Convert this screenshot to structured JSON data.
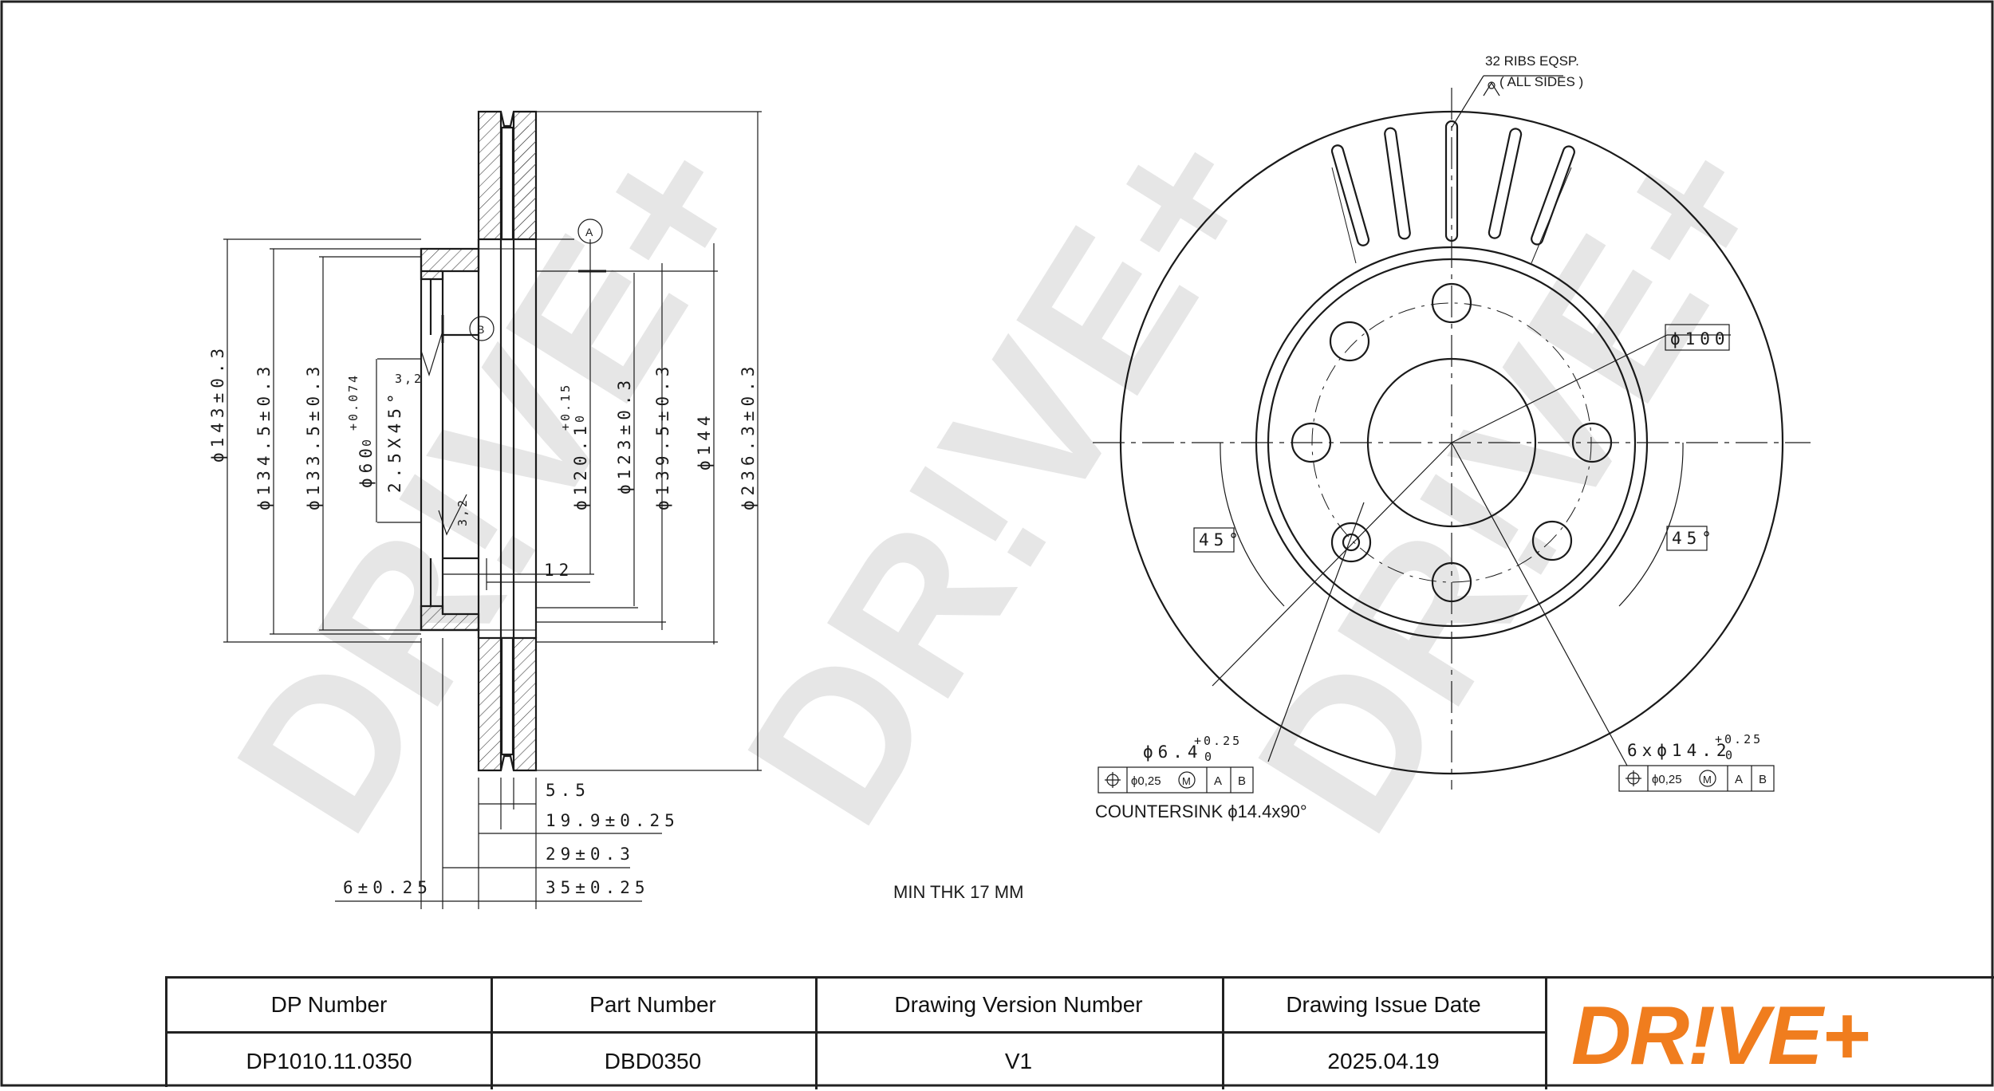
{
  "drawing": {
    "hat_dimensions": [
      "ϕ143±0.3",
      "ϕ134.5±0.3",
      "ϕ133.5±0.3",
      "ϕ60",
      "+0.074",
      "0",
      "2.5X45°",
      "ϕ120.1",
      "+0.15",
      "0",
      "ϕ123±0.3",
      "ϕ139.5±0.3",
      "ϕ144",
      "ϕ236.3±0.3"
    ],
    "thickness_dimensions": [
      "12",
      "5.5",
      "19.9±0.25",
      "29±0.3",
      "35±0.25",
      "6±0.25"
    ],
    "roughness_values": [
      "3,2",
      "3,2"
    ],
    "datums": [
      "A",
      "B"
    ],
    "min_thickness_note": "MIN THK 17 MM",
    "front_view": {
      "ribs_note": "32 RIBS EQSP.",
      "ribs_note_sub": "( ALL SIDES )",
      "pcd": "ϕ100",
      "angle_left": "45°",
      "angle_right": "45°",
      "small_hole": "ϕ6.4",
      "small_hole_tol_upper": "+0.25",
      "small_hole_tol_lower": "0",
      "bolt_holes": "6xϕ14.2",
      "bolt_holes_tol_upper": "+0.25",
      "bolt_holes_tol_lower": "0",
      "position_tol": "ϕ0,25",
      "modifier": "M",
      "datum_a": "A",
      "datum_b": "B",
      "countersink": "COUNTERSINK ϕ14.4x90°"
    }
  },
  "watermark_text": "DR!VE+",
  "title_block": {
    "headers": [
      "DP Number",
      "Part Number",
      "Drawing Version Number",
      "Drawing Issue Date"
    ],
    "values": [
      "DP1010.11.0350",
      "DBD0350",
      "V1",
      "2025.04.19"
    ]
  },
  "brand": {
    "logo_text": "DR!VE+",
    "color": "#f07d1e"
  },
  "colors": {
    "line": "#1a1a1a",
    "watermark": "#e6e6e6"
  }
}
